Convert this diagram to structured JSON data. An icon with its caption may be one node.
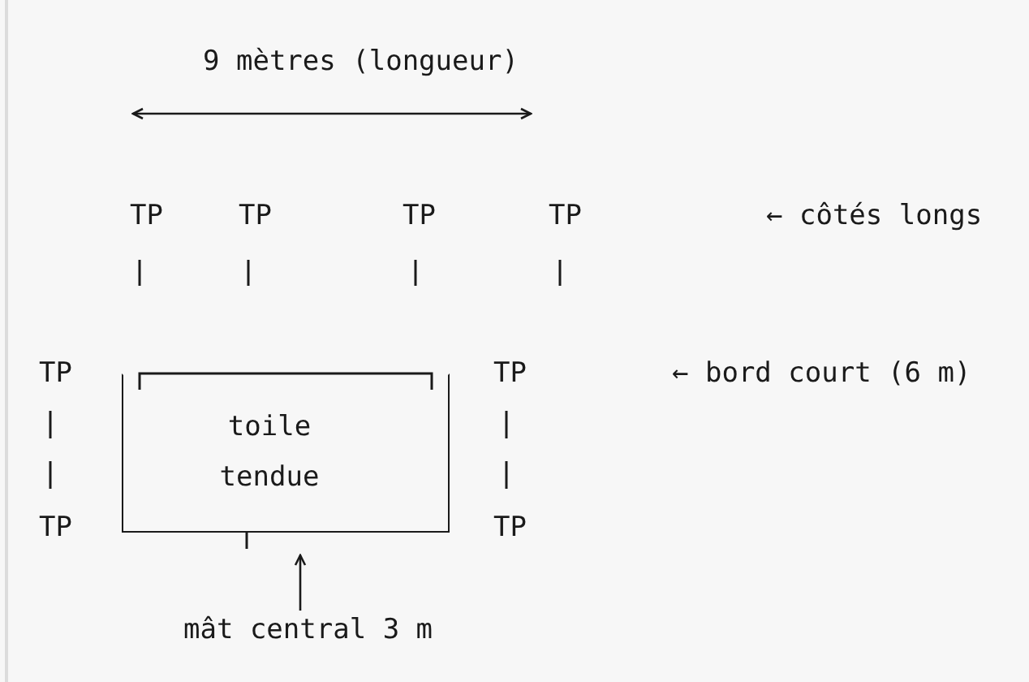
{
  "diagram": {
    "nodes": [
      {
        "text": [
          "toile tendue"
        ]
      },
      {
        "text": [
          "mât central 3 m"
        ]
      }
    ],
    "edges": [
      {
        "from": 1,
        "to": 0,
        "arrow": "to"
      }
    ],
    "labels": [
      "9 mètres (longueur)",
      "TP",
      "TP",
      "TP",
      "TP",
      "← côtés longs",
      "TP",
      "TP",
      "← bord court (6 m)",
      "TP",
      "TP"
    ]
  }
}
